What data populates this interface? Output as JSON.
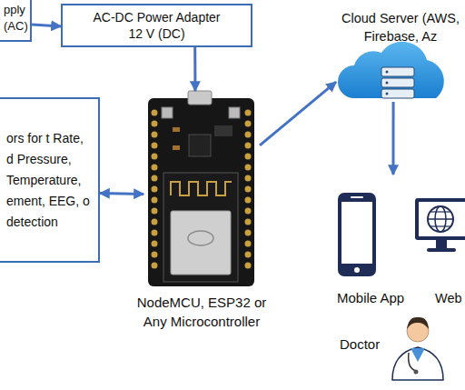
{
  "diagram": {
    "nodes": [
      {
        "text": [
          "pply (AC)"
        ]
      },
      {
        "text": [
          "AC-DC Power Adapter 12 V (DC)"
        ]
      },
      {
        "text": [
          "ors for t Rate, d Pressure, Temperature, ement, EEG, o detection"
        ]
      },
      {
        "text": [
          "NodeMCU, ESP32 or Any Microcontroller"
        ]
      },
      {
        "text": [
          "Cloud Server (AWS, Firebase, Az"
        ]
      },
      {
        "text": [
          "Mobile App"
        ]
      },
      {
        "text": [
          "Web"
        ]
      },
      {
        "text": [
          "Doctor"
        ]
      }
    ],
    "edges": [
      {
        "from": 0,
        "to": 1,
        "arrow": "to"
      },
      {
        "from": 1,
        "to": 3,
        "arrow": "to"
      },
      {
        "from": 2,
        "to": 3,
        "arrow": "both"
      },
      {
        "from": 3,
        "to": 4,
        "arrow": "to"
      },
      {
        "from": 4,
        "to": 5,
        "arrow": "to"
      }
    ]
  }
}
